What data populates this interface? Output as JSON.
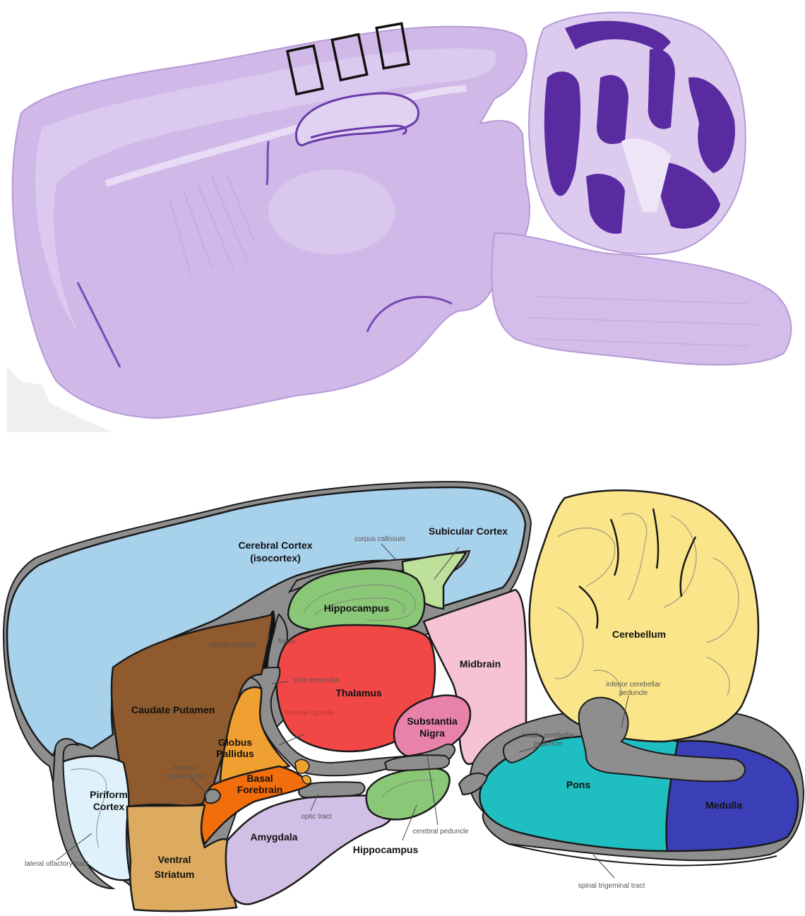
{
  "colors": {
    "cortex": "#a8d1ec",
    "hippocampus": "#8ac878",
    "subicular": "#bde09a",
    "thalamus": "#f24747",
    "midbrain": "#f5c3d3",
    "substantia_nigra": "#e982aa",
    "cerebellum": "#fbe58a",
    "pons": "#1fbec0",
    "medulla": "#3a3fb8",
    "caudate": "#8f5a2e",
    "globus_pallidus": "#f0a030",
    "basal_forebrain": "#f26d0c",
    "piriform": "#dff2fb",
    "ventral_striatum": "#dcab60",
    "amygdala": "#d2bfe6",
    "tract_gray": "#8e8e8e",
    "nissl_stain": "#b89ad8",
    "nissl_dark": "#5a2aa0"
  },
  "labels": {
    "cerebral_cortex_1": "Cerebral Cortex",
    "cerebral_cortex_2": "(isocortex)",
    "subicular_cortex": "Subicular Cortex",
    "corpus_callosum": "corpus callosum",
    "hippocampus_upper": "Hippocampus",
    "hippocampus_lower": "Hippocampus",
    "lateral_ventricle": "lateral ventricle",
    "fornix": "fornix",
    "stria_terminalis": "stria terminalis",
    "thalamus": "Thalamus",
    "internal_capsule": "internal capsule",
    "midbrain": "Midbrain",
    "substantia_nigra_1": "Substantia",
    "substantia_nigra_2": "Nigra",
    "cerebellum": "Cerebellum",
    "inferior_cerebellar_1": "inferior cerebellar",
    "inferior_cerebellar_2": "peduncle",
    "middle_cerebellar_1": "middle cerebellar",
    "middle_cerebellar_2": "peduncle",
    "caudate_putamen": "Caudate Putamen",
    "globus_pallidus_1": "Globus",
    "globus_pallidus_2": "Pallidus",
    "anterior_commissure_1": "anterior",
    "anterior_commissure_2": "commissure",
    "basal_forebrain_1": "Basal",
    "basal_forebrain_2": "Forebrain",
    "piriform_cortex_1": "Piriform",
    "piriform_cortex_2": "Cortex",
    "optic_tract": "optic tract",
    "cerebral_peduncle": "cerebral peduncle",
    "amygdala": "Amygdala",
    "pons": "Pons",
    "medulla": "Medulla",
    "lateral_olfactory_tract": "lateral olfactory tract",
    "ventral_striatum_1": "Ventral",
    "ventral_striatum_2": "Striatum",
    "spinal_trigeminal_tract": "spinal trigeminal tract"
  }
}
